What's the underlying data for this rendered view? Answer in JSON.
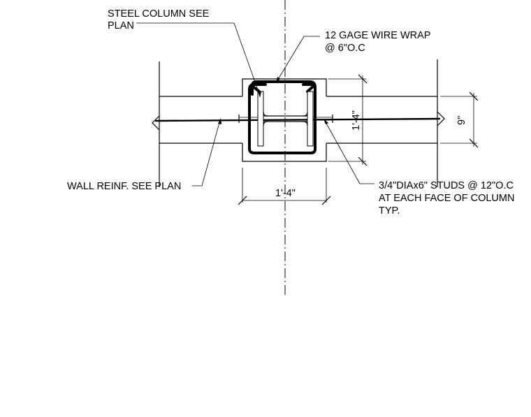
{
  "notes": {
    "steel_column_line1": "STEEL COLUMN SEE",
    "steel_column_line2": "PLAN",
    "wire_wrap_line1": "12 GAGE WIRE WRAP",
    "wire_wrap_line2": "@ 6\"O.C",
    "wall_reinf": "WALL REINF. SEE PLAN",
    "studs_line1": "3/4\"DIAx6\" STUDS @ 12\"O.C",
    "studs_line2": "AT EACH FACE OF COLUMN",
    "studs_line3": "TYP."
  },
  "dimensions": {
    "column_width": "1'-4\"",
    "column_depth": "1'-4\"",
    "wall_thickness": "9\""
  }
}
